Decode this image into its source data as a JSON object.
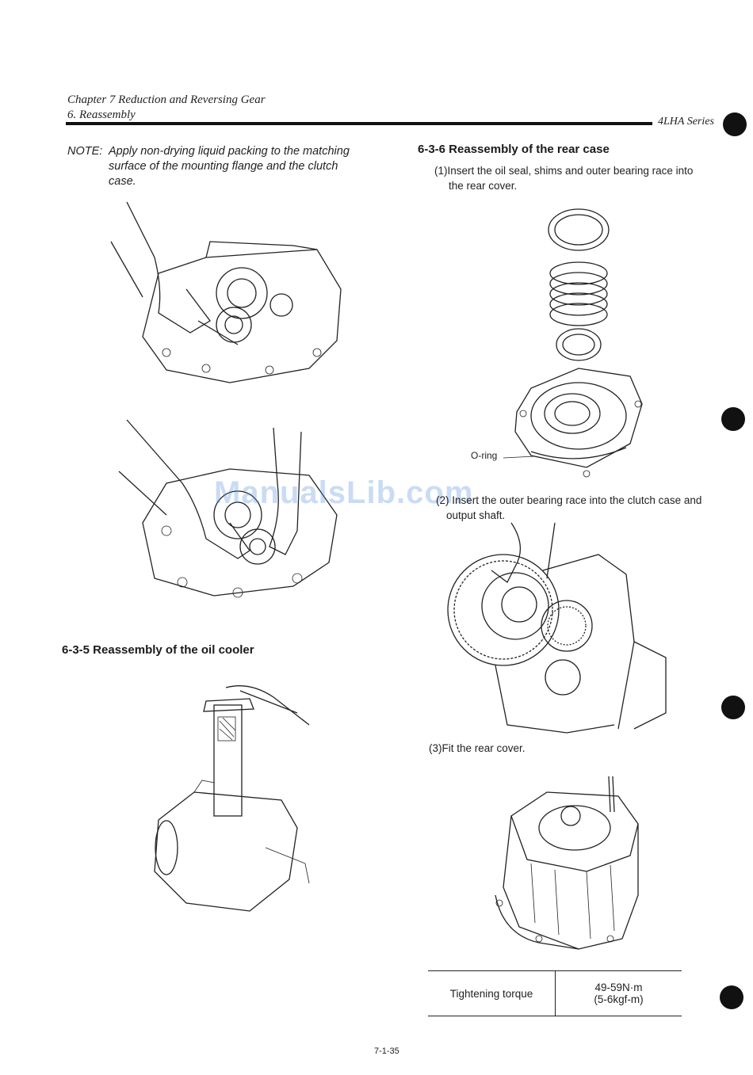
{
  "header": {
    "chapter": "Chapter 7 Reduction and Reversing Gear",
    "section": "6. Reassembly",
    "series": "4LHA Series"
  },
  "left": {
    "note_label": "NOTE:",
    "note_line1": "Apply non-drying liquid packing to the matching",
    "note_line2": "surface of the mounting flange and the clutch",
    "note_line3": "case.",
    "oil_cooler_heading": "6-3-5  Reassembly of the oil cooler"
  },
  "right": {
    "rear_case_heading": "6-3-6  Reassembly of the rear case",
    "step1_line1": "(1)Insert the oil seal, shims and outer bearing race into",
    "step1_line2": "the rear cover.",
    "oring_label": "O-ring",
    "step2_line1": "(2) Insert the outer bearing race into the clutch case and",
    "step2_line2": "output shaft.",
    "step3": "(3)Fit the rear cover."
  },
  "torque": {
    "label": "Tightening torque",
    "value_nm": "49-59N·m",
    "value_kgf": "(5-6kgf-m)"
  },
  "footer": {
    "page_number": "7-1-35"
  },
  "watermark": "ManualsLib.com"
}
